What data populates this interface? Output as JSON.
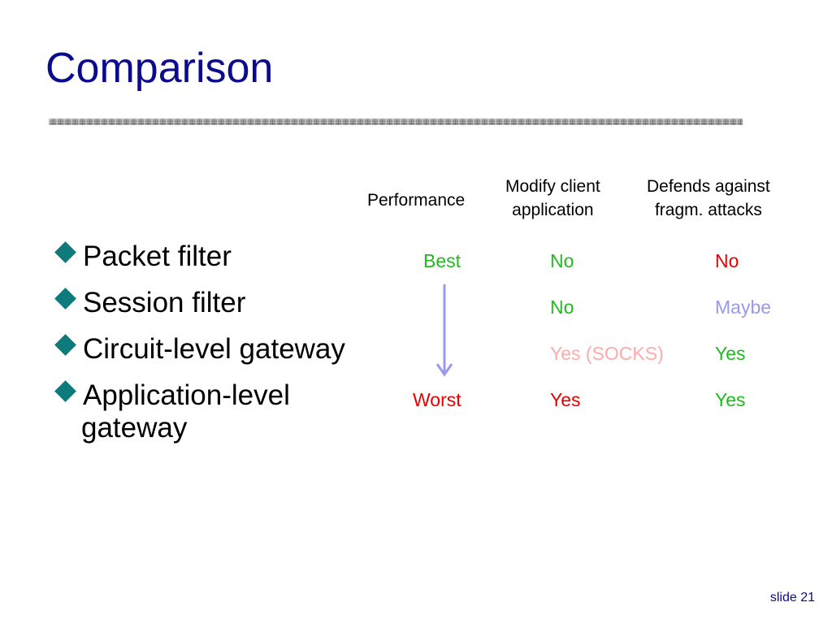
{
  "slide": {
    "title": "Comparison",
    "footer": "slide 21"
  },
  "columns": {
    "performance": "Performance",
    "modify_client_line1": "Modify client",
    "modify_client_line2": "application",
    "defends_line1": "Defends against",
    "defends_line2": "fragm. attacks"
  },
  "rows": [
    {
      "label": "Packet filter",
      "performance": "Best",
      "modify": "No",
      "defends": "No"
    },
    {
      "label": "Session filter",
      "performance": "",
      "modify": "No",
      "defends": "Maybe"
    },
    {
      "label": "Circuit-level gateway",
      "performance": "",
      "modify": "Yes (SOCKS)",
      "defends": "Yes"
    },
    {
      "label": "Application-level",
      "label_cont": "gateway",
      "performance": "Worst",
      "modify": "Yes",
      "defends": "Yes"
    }
  ],
  "colors": {
    "title": "#0b0b8f",
    "bullet": "#0d7b7b",
    "green": "#22b822",
    "red": "#e60000",
    "lavender": "#9999ee",
    "pink": "#ffaaaa",
    "arrow": "#9999ee"
  },
  "icons": {
    "bullet": "diamond-bullet-icon",
    "performance_trend": "down-arrow-icon"
  }
}
